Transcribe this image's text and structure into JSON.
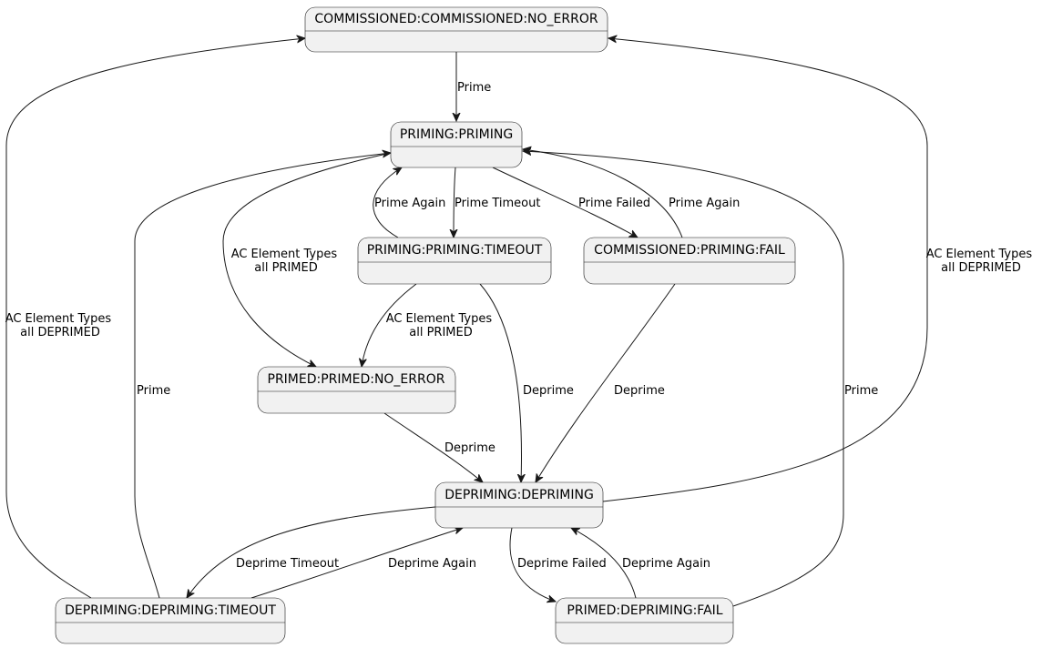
{
  "states": {
    "commissioned_no_error": "COMMISSIONED:COMMISSIONED:NO_ERROR",
    "priming": "PRIMING:PRIMING",
    "priming_timeout": "PRIMING:PRIMING:TIMEOUT",
    "commissioned_priming_fail": "COMMISSIONED:PRIMING:FAIL",
    "primed_no_error": "PRIMED:PRIMED:NO_ERROR",
    "depriming": "DEPRIMING:DEPRIMING",
    "depriming_timeout": "DEPRIMING:DEPRIMING:TIMEOUT",
    "primed_depriming_fail": "PRIMED:DEPRIMING:FAIL"
  },
  "transitions": {
    "prime_from_commissioned": "Prime",
    "prime_again_from_timeout": "Prime Again",
    "prime_timeout": "Prime Timeout",
    "prime_failed": "Prime Failed",
    "prime_again_from_fail": "Prime Again",
    "all_primed_from_priming": [
      "AC Element Types",
      "all PRIMED"
    ],
    "all_primed_from_timeout": [
      "AC Element Types",
      "all PRIMED"
    ],
    "deprime_from_priming_timeout": "Deprime",
    "deprime_from_priming_fail": "Deprime",
    "deprime_from_primed": "Deprime",
    "all_deprimed_from_depriming": [
      "AC Element Types",
      "all DEPRIMED"
    ],
    "all_deprimed_from_depriming_timeout": [
      "AC Element Types",
      "all DEPRIMED"
    ],
    "prime_from_depriming_timeout": "Prime",
    "prime_from_depriming_fail": "Prime",
    "deprime_timeout": "Deprime Timeout",
    "deprime_again_from_timeout": "Deprime Again",
    "deprime_failed": "Deprime Failed",
    "deprime_again_from_fail": "Deprime Again"
  }
}
